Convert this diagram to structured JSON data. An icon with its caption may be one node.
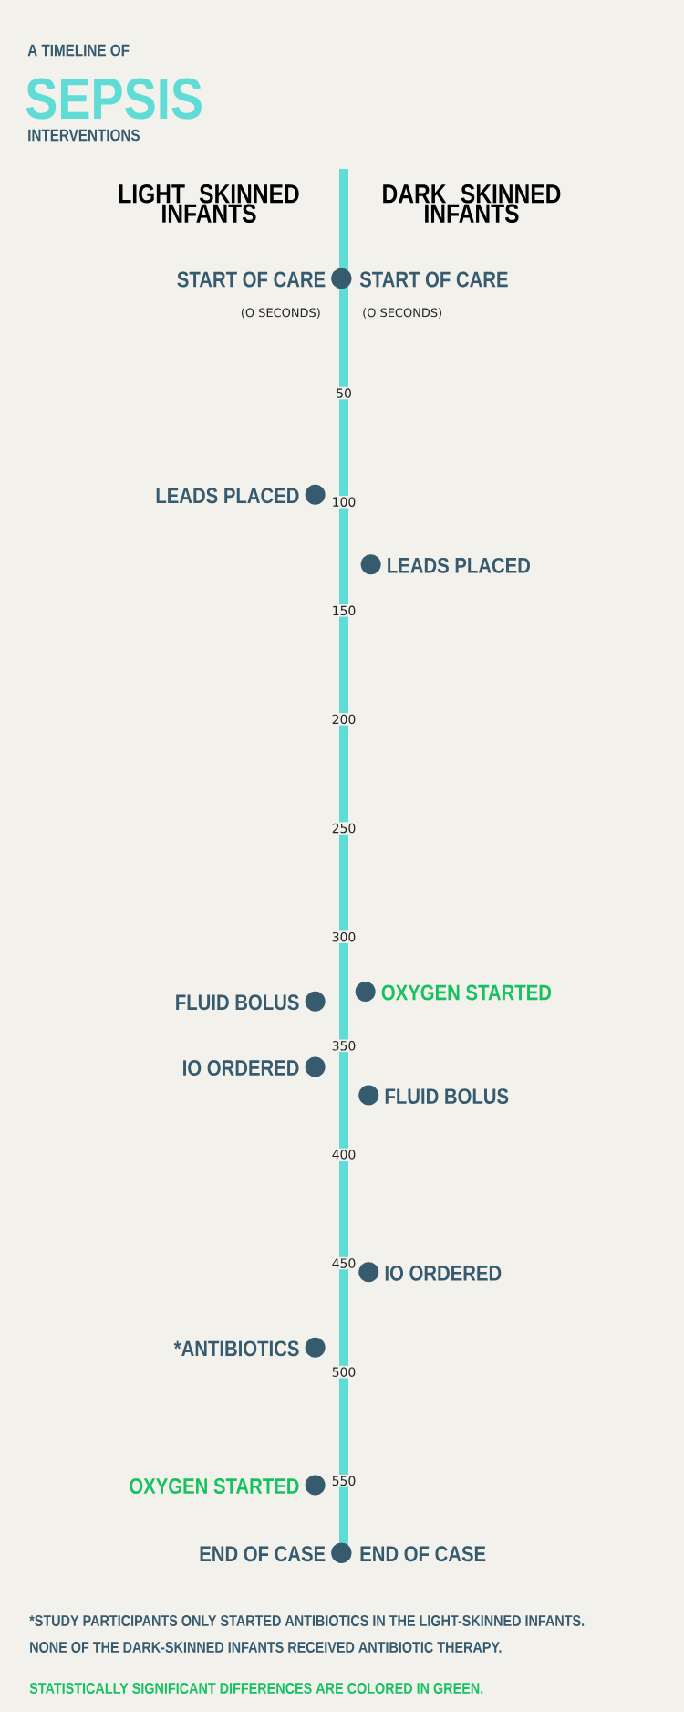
{
  "diagram": {
    "nodes": [
      {
        "text": [
          "START OF CARE"
        ],
        "beside": [
          "(O SECONDS)"
        ]
      },
      {
        "text": [
          "START OF CARE"
        ],
        "beside": [
          "(O SECONDS)"
        ]
      },
      {
        "text": [
          "LEADS PLACED"
        ]
      },
      {
        "text": [
          "LEADS PLACED"
        ]
      },
      {
        "text": [
          "OXYGEN STARTED"
        ]
      },
      {
        "text": [
          "FLUID BOLUS"
        ]
      },
      {
        "text": [
          "IO ORDERED"
        ]
      },
      {
        "text": [
          "FLUID BOLUS"
        ]
      },
      {
        "text": [
          "IO ORDERED"
        ]
      },
      {
        "text": [
          "*ANTIBIOTICS"
        ]
      },
      {
        "text": [
          "OXYGEN STARTED"
        ]
      },
      {
        "text": [
          "END OF CASE"
        ]
      },
      {
        "text": [
          "END OF CASE"
        ]
      }
    ],
    "labels": [
      "A TIMELINE OF",
      "SEPSIS",
      "INTERVENTIONS",
      "LIGHT SKINNED INFANTS",
      "DARK SKINNED INFANTS",
      "50",
      "100",
      "150",
      "200",
      "250",
      "300",
      "350",
      "400",
      "450",
      "500",
      "550",
      "*STUDY PARTICIPANTS ONLY STARTED ANTIBIOTICS IN THE LIGHT-SKINNED INFANTS.",
      "NONE OF THE DARK-SKINNED INFANTS RECEIVED ANTIBIOTIC THERAPY.",
      "STATISTICALLY SIGNIFICANT DIFFERENCES ARE COLORED IN GREEN."
    ]
  }
}
